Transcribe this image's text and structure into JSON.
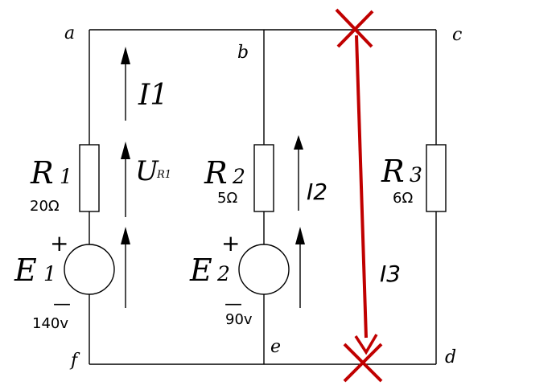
{
  "nodes": {
    "a": "a",
    "b": "b",
    "c": "c",
    "d": "d",
    "e": "e",
    "f": "f"
  },
  "branch1": {
    "resistor_letter": "R",
    "resistor_sub": "1",
    "resistor_value": "20Ω",
    "source_letter": "E",
    "source_sub": "1",
    "source_value": "140v",
    "current_label": "I1",
    "voltage_letter": "U",
    "voltage_sub": "R1",
    "plus": "+",
    "minus": "—"
  },
  "branch2": {
    "resistor_letter": "R",
    "resistor_sub": "2",
    "resistor_value": "5Ω",
    "source_letter": "E",
    "source_sub": "2",
    "source_value": "90v",
    "current_label": "I2",
    "plus": "+",
    "minus": "—"
  },
  "branch3": {
    "resistor_letter": "R",
    "resistor_sub": "3",
    "resistor_value": "6Ω",
    "current_label": "I3"
  },
  "colors": {
    "wire": "#000000",
    "annotation": "#c00000"
  }
}
